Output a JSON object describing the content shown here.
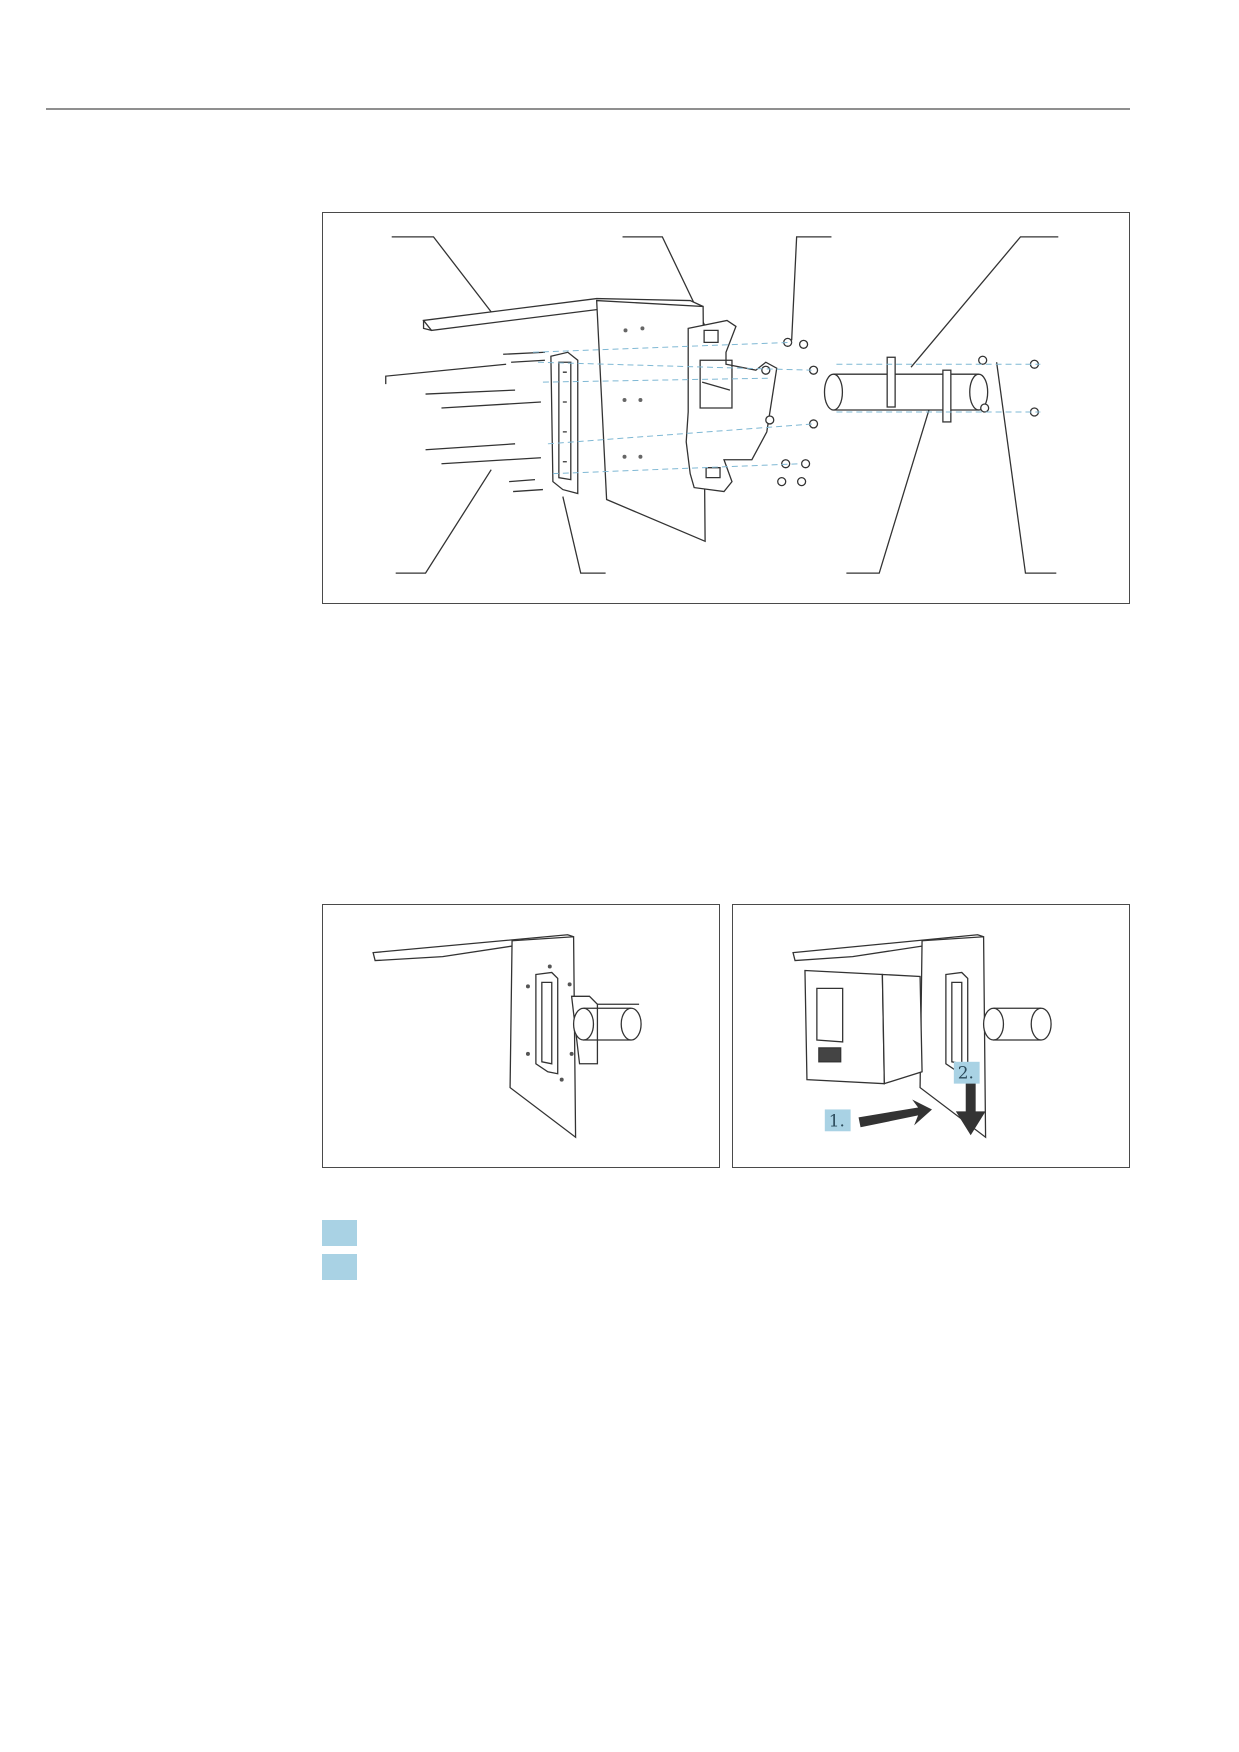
{
  "figures": {
    "exploded_view": {
      "callout_count": 8
    },
    "step_view": {
      "step_one_label": "1.",
      "step_two_label": "2."
    }
  },
  "colors": {
    "accent_box": "#a9d2e4",
    "line_art": "#333333",
    "dash_line": "#7fb8d4"
  }
}
